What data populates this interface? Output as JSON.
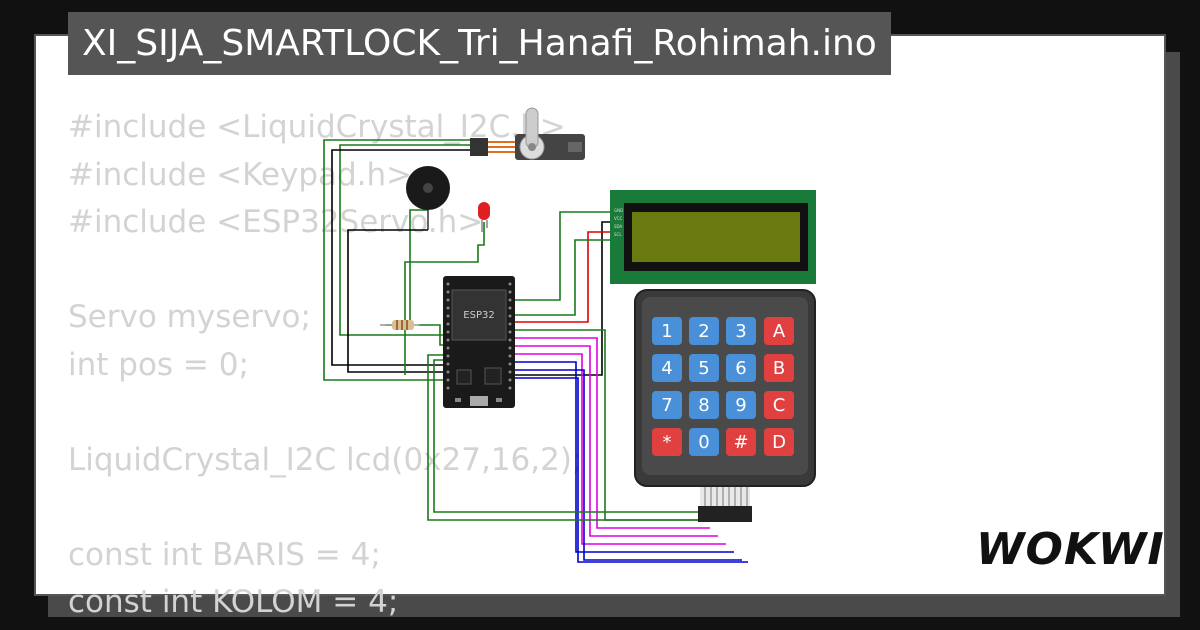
{
  "title": "XI_SIJA_SMARTLOCK_Tri_Hanafi_Rohimah.ino",
  "code_lines": [
    "#include <LiquidCrystal_I2C.h>",
    "#include <Keypad.h>",
    "#include <ESP32Servo.h>",
    "",
    "Servo myservo;",
    "int pos = 0;",
    "",
    "LiquidCrystal_I2C lcd(0x27,16,2);",
    "",
    "const int BARIS = 4;",
    "const int KOLOM = 4;"
  ],
  "esp32_label": "ESP32",
  "keypad_keys": [
    "1",
    "2",
    "3",
    "A",
    "4",
    "5",
    "6",
    "B",
    "7",
    "8",
    "9",
    "C",
    "*",
    "0",
    "#",
    "D"
  ],
  "lcd_pins": [
    "GND",
    "VCC",
    "SDA",
    "SCL"
  ],
  "logo": "WOKWI",
  "colors": {
    "key_blue": "#4a90d9",
    "key_red": "#e04040",
    "lcd_board": "#1a7a3a",
    "lcd_screen": "#6b7a10",
    "wire_green": "#1a7a1a",
    "wire_red": "#e00000",
    "wire_magenta": "#e000e0",
    "wire_blue": "#0000cc",
    "wire_black": "#000000"
  }
}
